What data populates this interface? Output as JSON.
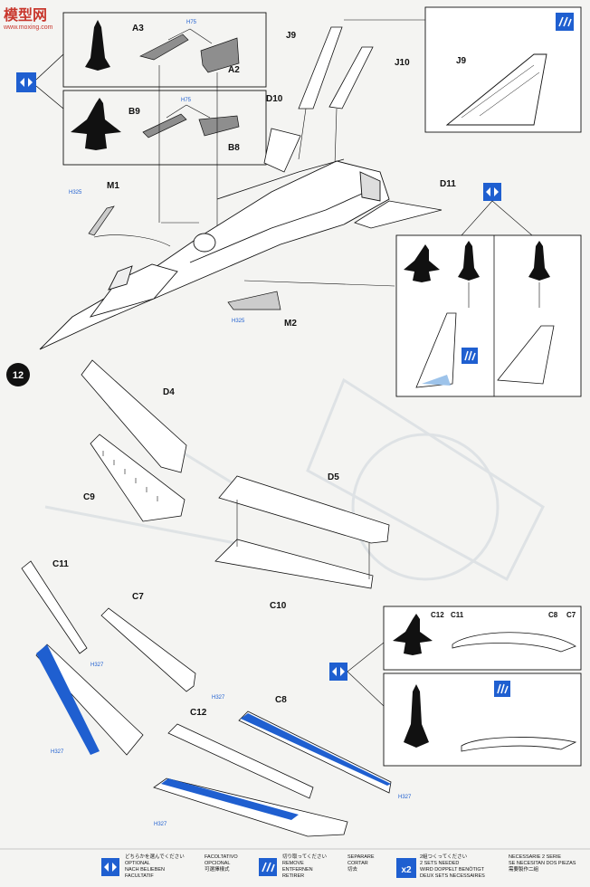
{
  "watermark": {
    "brand": "模型网",
    "url": "www.moxing.com"
  },
  "step_number": "12",
  "parts": {
    "A3": "A3",
    "A2": "A2",
    "B9": "B9",
    "B8": "B8",
    "J9": "J9",
    "J10": "J10",
    "J9_detail": "J9",
    "D10": "D10",
    "D11": "D11",
    "M1": "M1",
    "M2": "M2",
    "D4": "D4",
    "C9": "C9",
    "D5": "D5",
    "C10": "C10",
    "C11": "C11",
    "C7": "C7",
    "C8": "C8",
    "C12": "C12",
    "C12_detail": "C12",
    "C11_detail": "C11",
    "C8_detail": "C8",
    "C7_detail": "C7"
  },
  "paint_refs": {
    "h75_a": "H75",
    "h75_b": "H75",
    "h325_m1": "H325",
    "h325_m2": "H325",
    "h327_c11": "H327",
    "h327_c7": "H327",
    "h327_c9l": "H327",
    "h327_c8": "H327",
    "h327_c12": "H327"
  },
  "legend": {
    "optional": [
      "どちらかを選んでください",
      "OPTIONAL",
      "NACH BELIEBEN",
      "FACULTATIF"
    ],
    "optional_b": [
      "FACOLTATIVO",
      "OPCIONAL",
      "可選擇樣式",
      ""
    ],
    "remove": [
      "切り取ってください",
      "REMOVE",
      "ENTFERNEN",
      "RETIRER"
    ],
    "remove_b": [
      "SEPARARE",
      "CORTAR",
      "切去",
      ""
    ],
    "x2_label": "x2",
    "two_sets": [
      "2組つくってください",
      "2 SETS NEEDED",
      "WIRD DOPPELT BENÖTIGT",
      "DEUX SETS NECESSAIRES"
    ],
    "two_sets_b": [
      "NECESSARIE 2 SERIE",
      "SE NECESITAN DOS PIEZAS",
      "需要製作二組",
      ""
    ]
  },
  "colors": {
    "blue": "#1f5fd0",
    "light_blue": "#9dc3ea",
    "ink": "#111111",
    "grey_part": "#8e8e8e"
  }
}
